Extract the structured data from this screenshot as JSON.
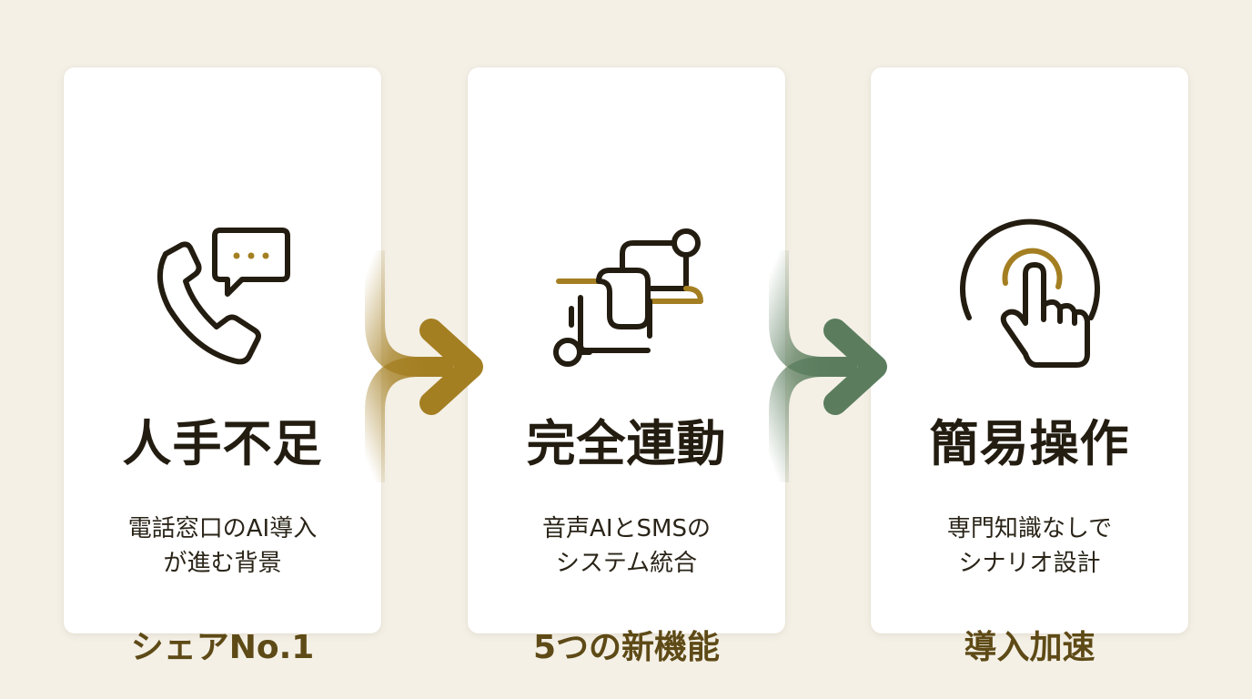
{
  "steps": [
    {
      "title": "人手不足",
      "subtitle_line1": "電話窓口のAI導入",
      "subtitle_line2": "が進む背景",
      "tag": "シェアNo.1",
      "icon": "phone-chat-icon"
    },
    {
      "title": "完全連動",
      "subtitle_line1": "音声AIとSMSの",
      "subtitle_line2": "システム統合",
      "tag": "5つの新機能",
      "icon": "connection-flow-icon"
    },
    {
      "title": "簡易操作",
      "subtitle_line1": "専門知識なしで",
      "subtitle_line2": "シナリオ設計",
      "tag": "導入加速",
      "icon": "tap-gesture-icon"
    }
  ],
  "colors": {
    "background": "#f4f0e6",
    "card": "#ffffff",
    "ink": "#231c10",
    "gold": "#a47f22",
    "tag": "#5e4a16",
    "green": "#5b7d5e"
  }
}
